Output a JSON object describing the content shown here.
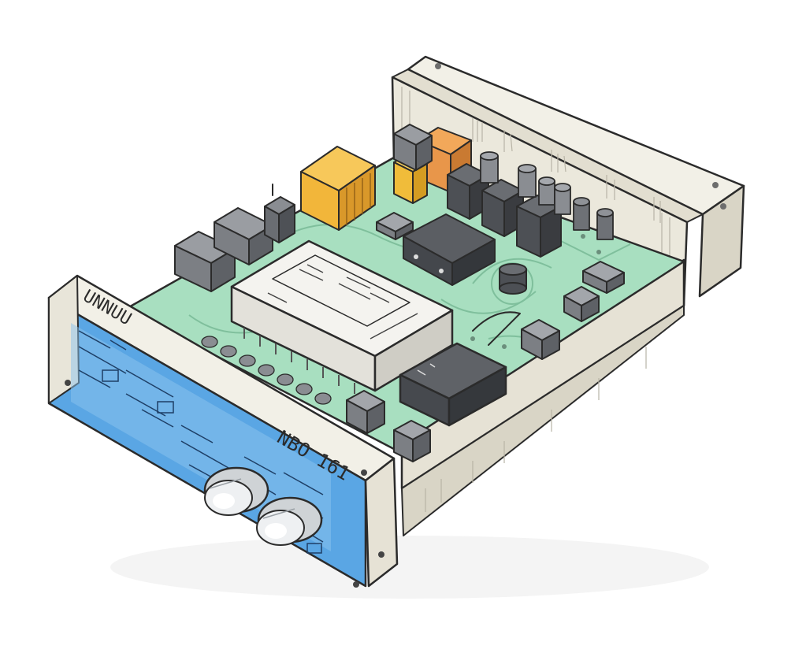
{
  "illustration": {
    "palette": {
      "case_cream": "#ebe8dc",
      "case_cream_shade": "#d9d5c6",
      "pcb_green": "#a8dfc0",
      "pcb_green_dark": "#8ccca9",
      "panel_blue": "#5aa6e4",
      "panel_blue_light": "#8cc3ee",
      "component_gray": "#7c7f84",
      "component_dark": "#4d5055",
      "capacitor_yellow": "#f2b63a",
      "capacitor_orange": "#e8964a",
      "ink": "#2b2b2b"
    },
    "front_panel": {
      "model_text": "NBO 161",
      "top_marking": "UNNUU"
    },
    "front_knobs": [
      "knob",
      "knob"
    ],
    "pcb_components": [
      "yellow-capacitor-block",
      "orange-relay",
      "transformer-module",
      "ic-chip",
      "power-module",
      "electrolytic-capacitors"
    ]
  }
}
